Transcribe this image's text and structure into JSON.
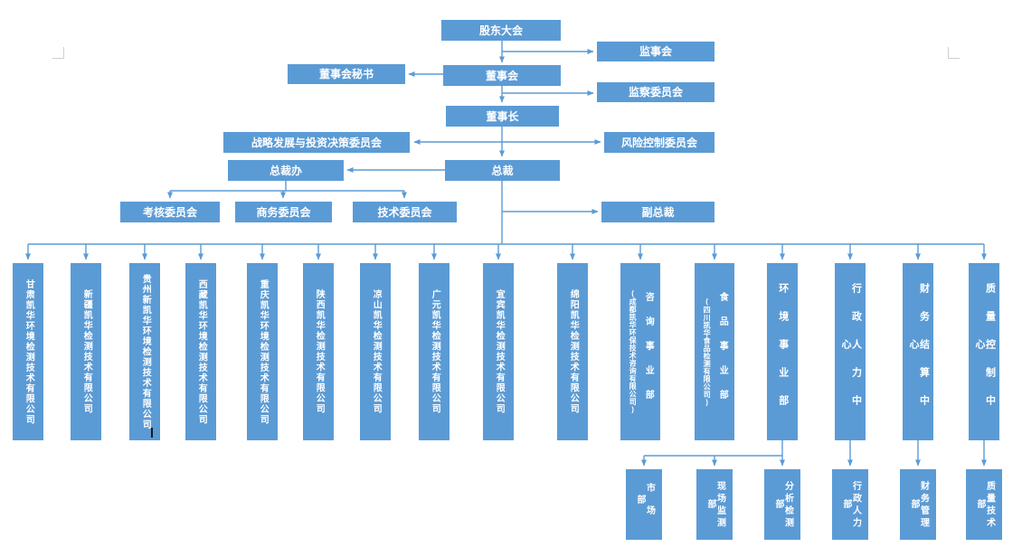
{
  "colors": {
    "node_fill": "#5B9BD5",
    "node_text": "#ffffff",
    "connector": "#5B9BD5",
    "margin_mark": "#cfcfcf"
  },
  "nodes": {
    "shareholders": "股东大会",
    "supervisory_board": "监事会",
    "board_secretary": "董事会秘书",
    "board": "董事会",
    "supervision_committee": "监察委员会",
    "chairman": "董事长",
    "strategy_committee": "战略发展与投资决策委员会",
    "risk_committee": "风险控制委员会",
    "president": "总裁",
    "president_office": "总裁办",
    "assessment_committee": "考核委员会",
    "business_committee": "商务委员会",
    "technical_committee": "技术委员会",
    "vice_president": "副总裁"
  },
  "subsidiaries": [
    {
      "label": "甘肃凯华环境检测技术有限公司"
    },
    {
      "label": "新疆凯华检测技术有限公司"
    },
    {
      "label": "贵州新凯华环境检测技术有限公司"
    },
    {
      "label": "西藏凯华环境检测技术有限公司"
    },
    {
      "label": "重庆凯华环境检测技术有限公司"
    },
    {
      "label": "陕西凯华检测技术有限公司"
    },
    {
      "label": "凉山凯华检测技术有限公司"
    },
    {
      "label": "广元凯华检测技术有限公司"
    },
    {
      "label": "宜宾凯华检测技术有限公司"
    },
    {
      "label": "绵阳凯华检测技术有限公司"
    },
    {
      "label": "咨询事业部",
      "sublabel": "(成都凯华环保技术咨询有限公司)"
    },
    {
      "label": "食品事业部",
      "sublabel": "(四川凯华食品检测有限公司)"
    },
    {
      "label": "环境事业部"
    },
    {
      "label": "行政人力中心"
    },
    {
      "label": "财务结算中心"
    },
    {
      "label": "质量控制中心"
    }
  ],
  "departments": [
    "市场部",
    "现场监测部",
    "分析检测部",
    "行政人力部",
    "财务管理部",
    "质量技术部"
  ]
}
